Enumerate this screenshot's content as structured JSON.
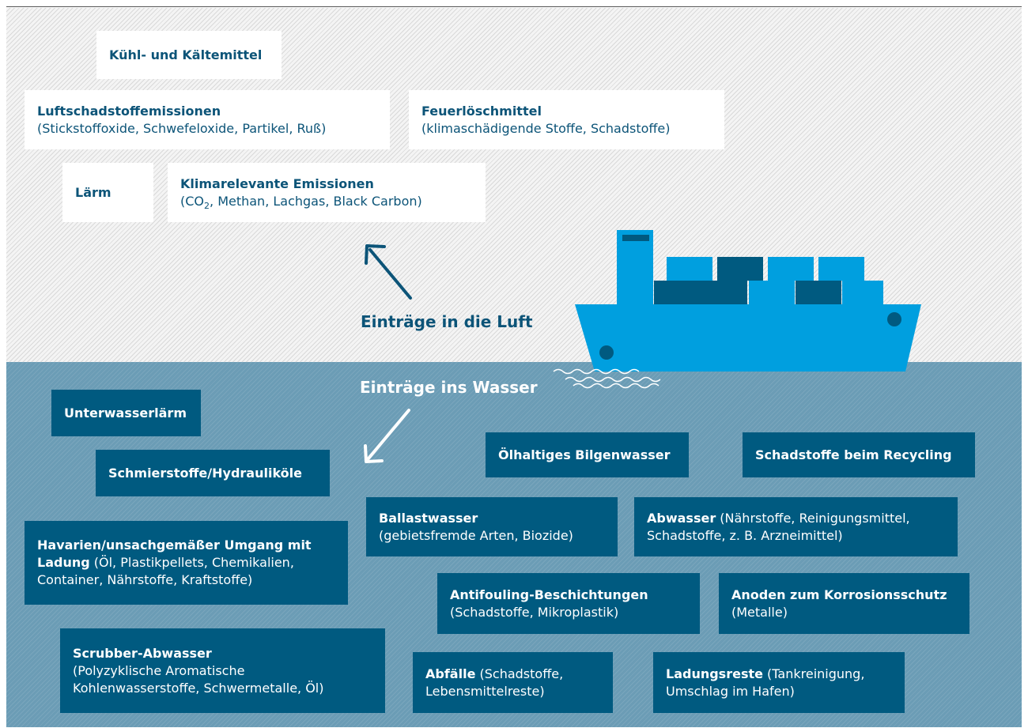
{
  "air": {
    "label": "Einträge in die Luft",
    "items": {
      "kuehlmittel": {
        "title": "Kühl- und Kältemittel"
      },
      "luftschadstoffe": {
        "title": "Luftschadstoffemissionen",
        "detail": "(Stickstoffoxide, Schwefeloxide, Partikel, Ruß)"
      },
      "feuerloeschmittel": {
        "title": "Feuerlöschmittel",
        "detail": "(klimaschädigende Stoffe, Schadstoffe)"
      },
      "laerm": {
        "title": "Lärm"
      },
      "klima": {
        "title": "Klimarelevante Emissionen",
        "detail_pre": "(CO",
        "detail_sub": "2",
        "detail_post": ", Methan, Lachgas, Black Carbon)"
      }
    }
  },
  "water": {
    "label": "Einträge ins Wasser",
    "items": {
      "unterwasserlaerm": {
        "title": "Unterwasserlärm"
      },
      "schmierstoffe": {
        "title": "Schmierstoffe/Hydrauliköle"
      },
      "bilgenwasser": {
        "title": "Ölhaltiges Bilgenwasser"
      },
      "recycling": {
        "title": "Schadstoffe beim Recycling"
      },
      "ballastwasser": {
        "title": "Ballastwasser",
        "detail": "(gebietsfremde Arten, Biozide)"
      },
      "abwasser": {
        "title": "Abwasser",
        "detail_inline": " (Nährstoffe, Reinigungsmittel,",
        "detail": "Schadstoffe, z. B. Arzneimittel)"
      },
      "havarien": {
        "title": "Havarien/unsachgemäßer Umgang mit",
        "title2": "Ladung",
        "detail_inline": " (Öl, Plastikpellets, Chemikalien,",
        "detail": "Container, Nährstoffe, Kraftstoffe)"
      },
      "antifouling": {
        "title": "Antifouling-Beschichtungen",
        "detail": "(Schadstoffe, Mikroplastik)"
      },
      "anoden": {
        "title": "Anoden zum Korrosionsschutz",
        "detail": "(Metalle)"
      },
      "scrubber": {
        "title": "Scrubber-Abwasser",
        "detail": "(Polyzyklische Aromatische",
        "detail2": "Kohlenwasserstoffe, Schwermetalle, Öl)"
      },
      "abfaelle": {
        "title": "Abfälle",
        "detail_inline": " (Schadstoffe,",
        "detail": "Lebensmittelreste)"
      },
      "ladungsreste": {
        "title": "Ladungsreste",
        "detail_inline": " (Tankreinigung,",
        "detail": "Umschlag im Hafen)"
      }
    }
  },
  "colors": {
    "ship_blue": "#009fdf",
    "ship_dark": "#005a80",
    "sea": "#6b9cb5",
    "box_dark": "#005a80",
    "text_dark": "#0c5478"
  }
}
